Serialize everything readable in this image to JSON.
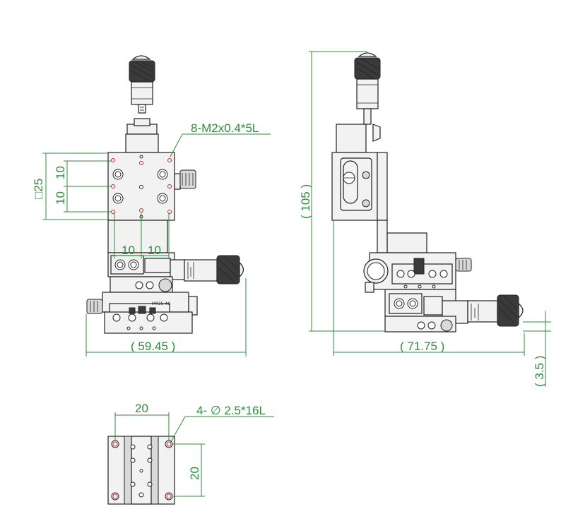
{
  "dimensions": {
    "thread_callout": "8-M2x0.4*5L",
    "square_25": "□25",
    "left_10_top": "10",
    "left_10_bottom": "10",
    "bottom_10_left": "10",
    "bottom_10_right": "10",
    "width_front": "( 59.45 )",
    "height_side": "( 105 )",
    "width_side": "( 71.75 )",
    "offset_side": "( 3.5 )",
    "bottom_top_20": "20",
    "bottom_right_20": "20",
    "hole_callout": "4- ∅ 2.5*16L"
  },
  "labels": {
    "model_mark": "MY25-AS"
  },
  "colors": {
    "dimension": "#2e8b3c",
    "outline": "#222222",
    "hole_mark": "#dd2222"
  }
}
